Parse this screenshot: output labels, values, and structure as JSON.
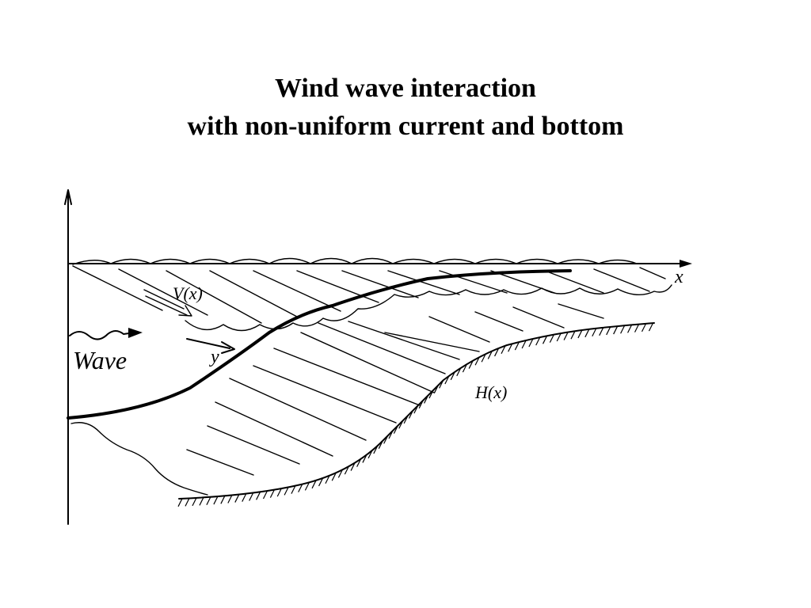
{
  "title": {
    "line1": "Wind wave interaction",
    "line2": "with non-uniform current and bottom"
  },
  "diagram": {
    "labels": {
      "x_axis": "x",
      "y_axis": "y",
      "current": "V(x)",
      "depth": "H(x)",
      "wave": "Wave"
    }
  }
}
